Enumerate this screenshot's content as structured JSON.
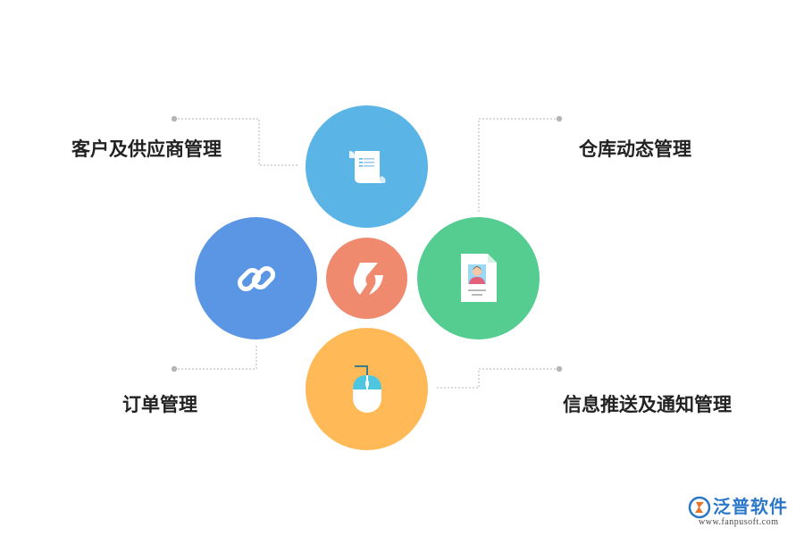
{
  "labels": {
    "customer_supplier": "客户及供应商管理",
    "warehouse": "仓库动态管理",
    "order": "订单管理",
    "info_push": "信息推送及通知管理"
  },
  "colors": {
    "top_circle": "#5ab4e6",
    "left_circle": "#5b96e4",
    "right_circle": "#55cd91",
    "bottom_circle": "#ffb957",
    "center_circle": "#ef8a6f",
    "connector": "#b5b5b5",
    "logo_blue": "#2b77c9"
  },
  "icons": {
    "top": "scroll-icon",
    "left": "chain-link-icon",
    "right": "profile-card-icon",
    "bottom": "mouse-icon",
    "center": "brand-logo-icon"
  },
  "logo": {
    "title": "泛普软件",
    "url": "www.fanpusoft.com"
  }
}
